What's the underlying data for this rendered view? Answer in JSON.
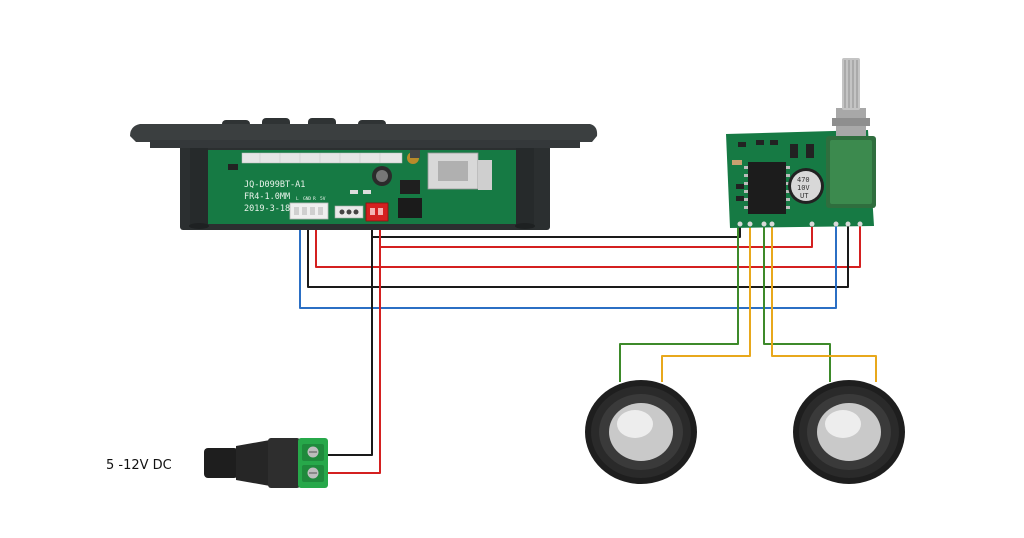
{
  "power_label": "5 -12V DC",
  "bt_board": {
    "model": "JQ-D099BT-A1",
    "thickness": "FR4-1.0MM",
    "date": "2019-3-18",
    "pins": [
      "L",
      "GND",
      "R",
      "5V"
    ]
  },
  "amp_board": {
    "cap_top": "470",
    "cap_mid": "10V",
    "cap_bot": "UT"
  },
  "colors": {
    "black": "#1a1a1a",
    "red": "#d42020",
    "blue": "#2b6fc4",
    "green": "#3d8a2a",
    "yellow": "#e8a81c",
    "pcb": "#167a44",
    "case": "#3b3f40"
  }
}
